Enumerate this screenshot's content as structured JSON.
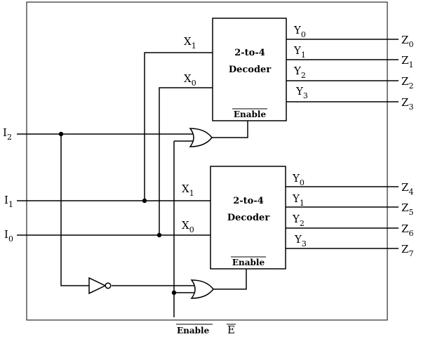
{
  "inputs": {
    "i2": {
      "letter": "I",
      "sub": "2"
    },
    "i1": {
      "letter": "I",
      "sub": "1"
    },
    "i0": {
      "letter": "I",
      "sub": "0"
    }
  },
  "decoder_top": {
    "title": "2-to-4",
    "subtitle": "Decoder",
    "enable": "Enable",
    "inputs": [
      {
        "letter": "X",
        "sub": "1"
      },
      {
        "letter": "X",
        "sub": "0"
      }
    ],
    "outputs": [
      {
        "letter": "Y",
        "sub": "0"
      },
      {
        "letter": "Y",
        "sub": "1"
      },
      {
        "letter": "Y",
        "sub": "2"
      },
      {
        "letter": "Y",
        "sub": "3"
      }
    ]
  },
  "decoder_bottom": {
    "title": "2-to-4",
    "subtitle": "Decoder",
    "enable": "Enable",
    "inputs": [
      {
        "letter": "X",
        "sub": "1"
      },
      {
        "letter": "X",
        "sub": "0"
      }
    ],
    "outputs": [
      {
        "letter": "Y",
        "sub": "0"
      },
      {
        "letter": "Y",
        "sub": "1"
      },
      {
        "letter": "Y",
        "sub": "2"
      },
      {
        "letter": "Y",
        "sub": "3"
      }
    ]
  },
  "outputs": [
    {
      "letter": "Z",
      "sub": "0"
    },
    {
      "letter": "Z",
      "sub": "1"
    },
    {
      "letter": "Z",
      "sub": "2"
    },
    {
      "letter": "Z",
      "sub": "3"
    },
    {
      "letter": "Z",
      "sub": "4"
    },
    {
      "letter": "Z",
      "sub": "5"
    },
    {
      "letter": "Z",
      "sub": "6"
    },
    {
      "letter": "Z",
      "sub": "7"
    }
  ],
  "enable_input": {
    "label": "Enable",
    "symbol": "E"
  }
}
